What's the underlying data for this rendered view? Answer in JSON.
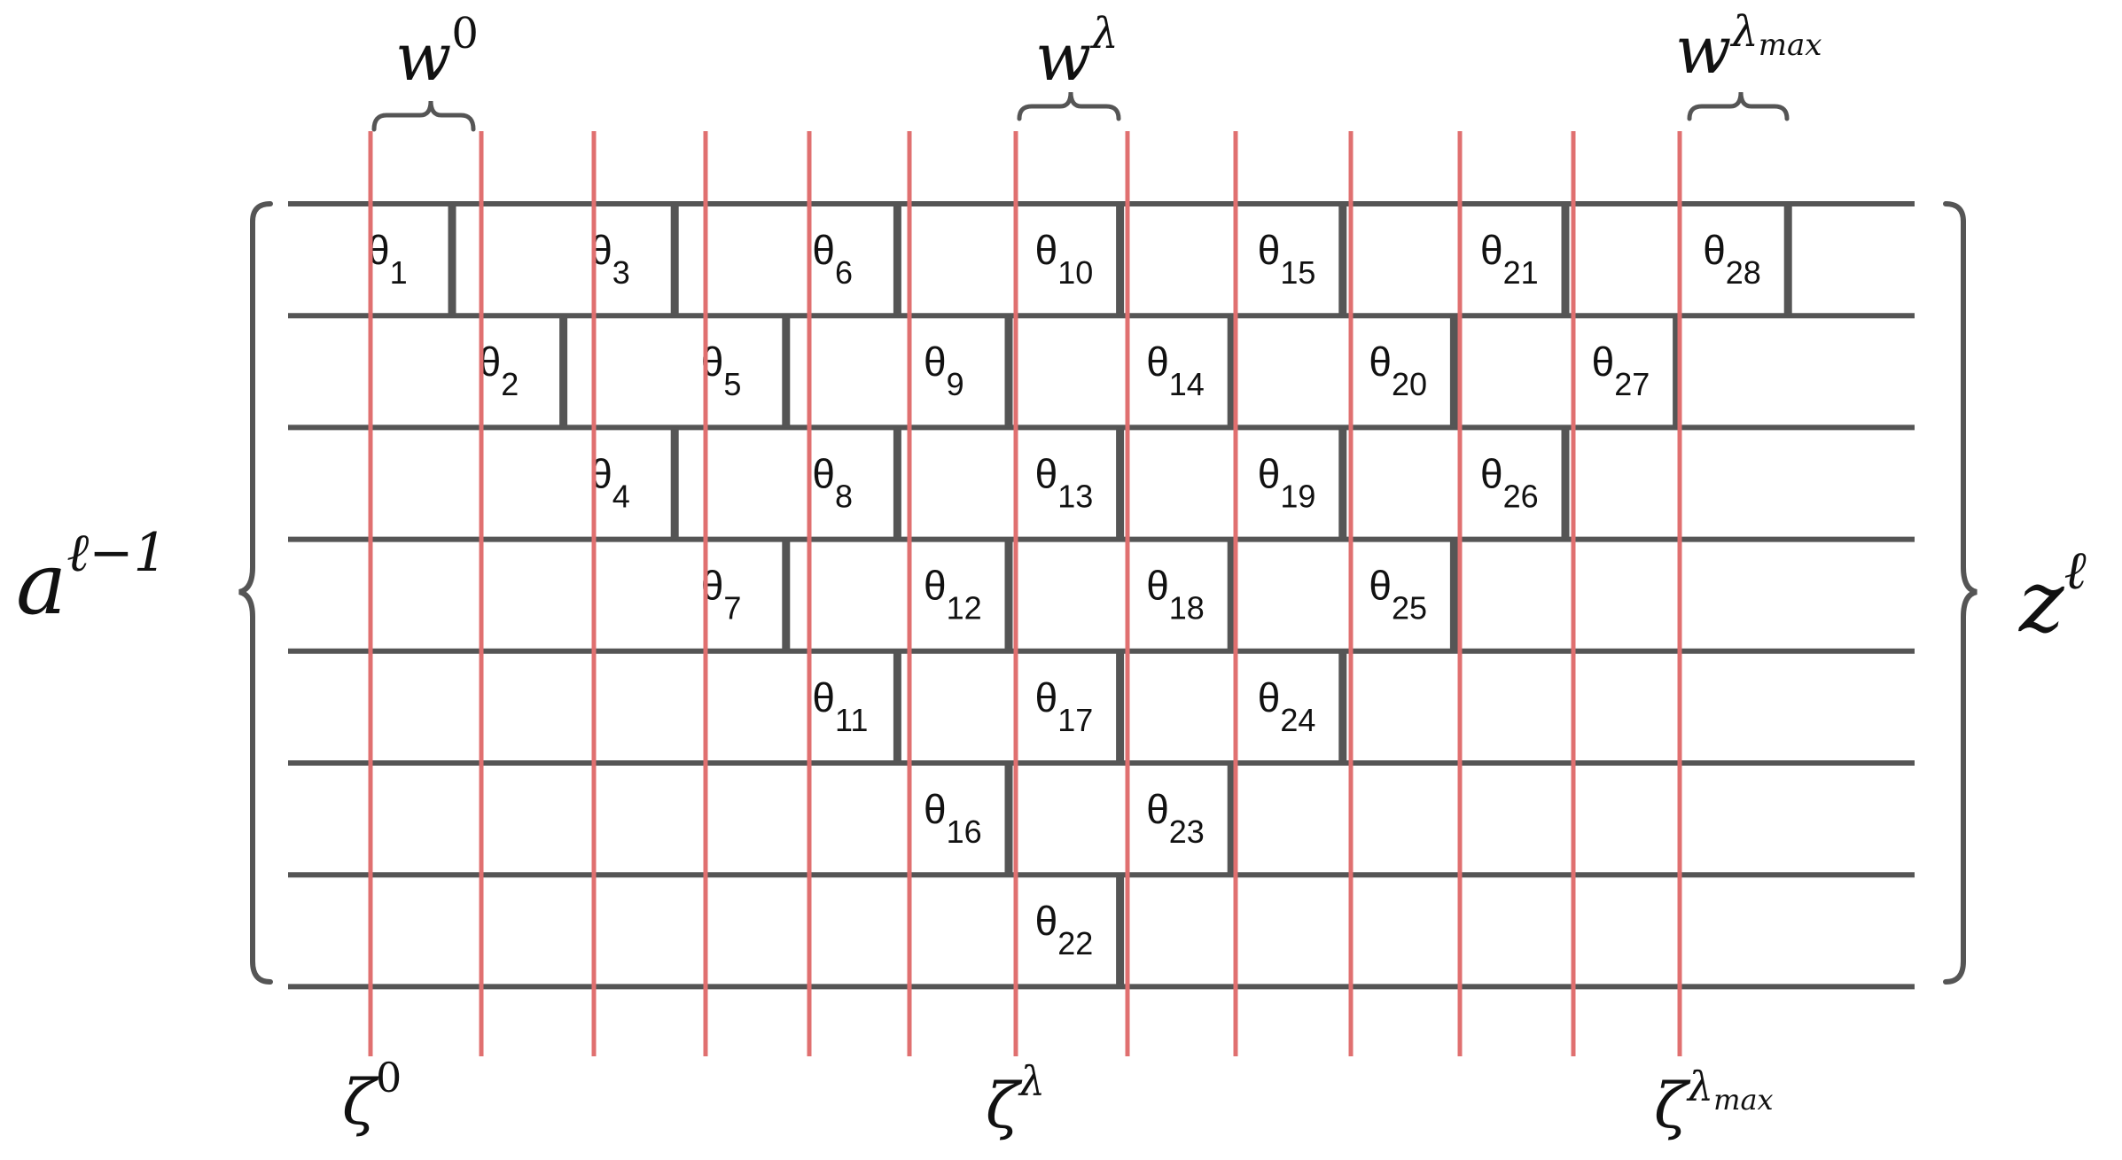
{
  "colors": {
    "grid_line": "#555555",
    "red_line": "#e07070",
    "brace": "#555555",
    "text": "#111111"
  },
  "labels": {
    "left": {
      "base": "a",
      "sup": "ℓ−1"
    },
    "right": {
      "base": "z",
      "sup": "ℓ"
    },
    "top": [
      {
        "base": "w",
        "sup": "0"
      },
      {
        "base": "w",
        "sup": "λ"
      },
      {
        "base": "w",
        "sup": "λ",
        "sub": "max"
      }
    ],
    "bottom": [
      {
        "base": "ζ",
        "sup": "0"
      },
      {
        "base": "ζ",
        "sup": "λ"
      },
      {
        "base": "ζ",
        "sup": "λ",
        "sub": "max"
      }
    ]
  },
  "thetas": [
    {
      "sym": "θ",
      "sub": "1",
      "row": 0,
      "col": 0
    },
    {
      "sym": "θ",
      "sub": "3",
      "row": 0,
      "col": 2
    },
    {
      "sym": "θ",
      "sub": "6",
      "row": 0,
      "col": 4
    },
    {
      "sym": "θ",
      "sub": "10",
      "row": 0,
      "col": 6
    },
    {
      "sym": "θ",
      "sub": "15",
      "row": 0,
      "col": 8
    },
    {
      "sym": "θ",
      "sub": "21",
      "row": 0,
      "col": 10
    },
    {
      "sym": "θ",
      "sub": "28",
      "row": 0,
      "col": 12
    },
    {
      "sym": "θ",
      "sub": "2",
      "row": 1,
      "col": 1
    },
    {
      "sym": "θ",
      "sub": "5",
      "row": 1,
      "col": 3
    },
    {
      "sym": "θ",
      "sub": "9",
      "row": 1,
      "col": 5
    },
    {
      "sym": "θ",
      "sub": "14",
      "row": 1,
      "col": 7
    },
    {
      "sym": "θ",
      "sub": "20",
      "row": 1,
      "col": 9
    },
    {
      "sym": "θ",
      "sub": "27",
      "row": 1,
      "col": 11
    },
    {
      "sym": "θ",
      "sub": "4",
      "row": 2,
      "col": 2
    },
    {
      "sym": "θ",
      "sub": "8",
      "row": 2,
      "col": 4
    },
    {
      "sym": "θ",
      "sub": "13",
      "row": 2,
      "col": 6
    },
    {
      "sym": "θ",
      "sub": "19",
      "row": 2,
      "col": 8
    },
    {
      "sym": "θ",
      "sub": "26",
      "row": 2,
      "col": 10
    },
    {
      "sym": "θ",
      "sub": "7",
      "row": 3,
      "col": 3
    },
    {
      "sym": "θ",
      "sub": "12",
      "row": 3,
      "col": 5
    },
    {
      "sym": "θ",
      "sub": "18",
      "row": 3,
      "col": 7
    },
    {
      "sym": "θ",
      "sub": "25",
      "row": 3,
      "col": 9
    },
    {
      "sym": "θ",
      "sub": "11",
      "row": 4,
      "col": 4
    },
    {
      "sym": "θ",
      "sub": "17",
      "row": 4,
      "col": 6
    },
    {
      "sym": "θ",
      "sub": "24",
      "row": 4,
      "col": 8
    },
    {
      "sym": "θ",
      "sub": "16",
      "row": 5,
      "col": 5
    },
    {
      "sym": "θ",
      "sub": "23",
      "row": 5,
      "col": 7
    },
    {
      "sym": "θ",
      "sub": "22",
      "row": 6,
      "col": 6
    }
  ]
}
